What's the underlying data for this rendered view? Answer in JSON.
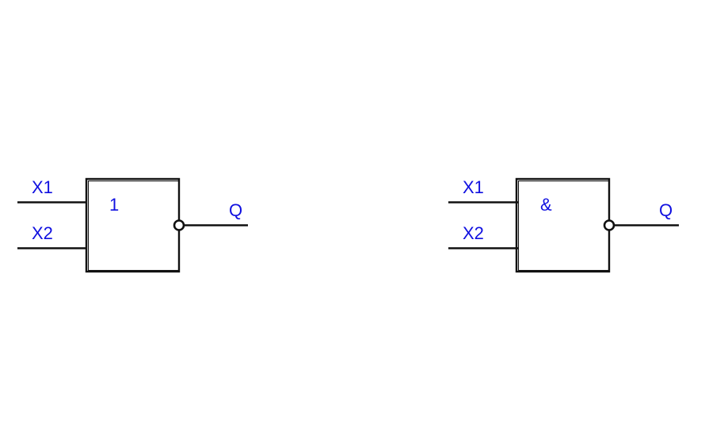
{
  "colors": {
    "label": "#1010e0",
    "line": "#111111",
    "background": "#ffffff"
  },
  "gates": [
    {
      "symbol": "1",
      "inputs": [
        "X1",
        "X2"
      ],
      "output": "Q",
      "inverted_output": true
    },
    {
      "symbol": "&",
      "inputs": [
        "X1",
        "X2"
      ],
      "output": "Q",
      "inverted_output": true
    }
  ]
}
